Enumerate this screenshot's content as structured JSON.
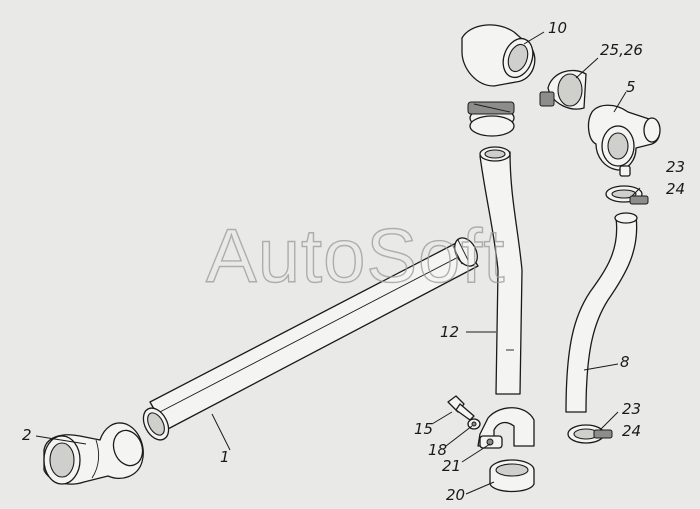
{
  "watermark": "AutoSoft",
  "callouts": {
    "c1": "1",
    "c2": "2",
    "c5": "5",
    "c8": "8",
    "c10": "10",
    "c12": "12",
    "c15": "15",
    "c18": "18",
    "c20": "20",
    "c21": "21",
    "c23a": "23",
    "c24a": "24",
    "c23b": "23",
    "c24b": "24",
    "c2526": "25,26"
  }
}
